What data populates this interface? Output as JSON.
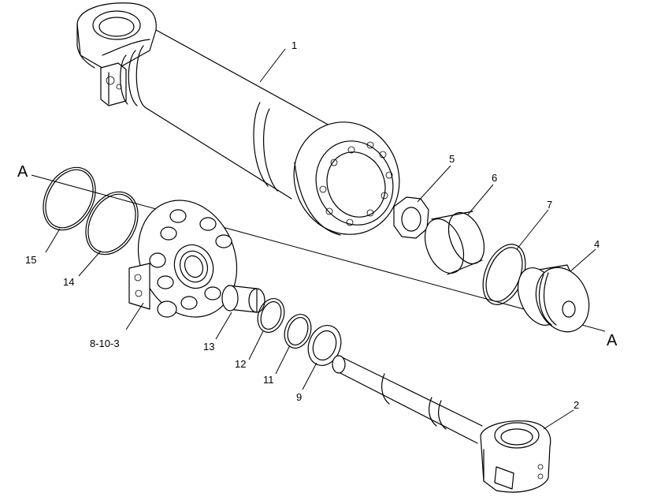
{
  "labels": {
    "l1": "1",
    "l2": "2",
    "l4": "4",
    "l5": "5",
    "l6": "6",
    "l7": "7",
    "l9": "9",
    "l11": "11",
    "l12": "12",
    "l13": "13",
    "l14": "14",
    "l15": "15",
    "l8_10_3": "8-10-3",
    "a_left": "A",
    "a_right": "A"
  }
}
